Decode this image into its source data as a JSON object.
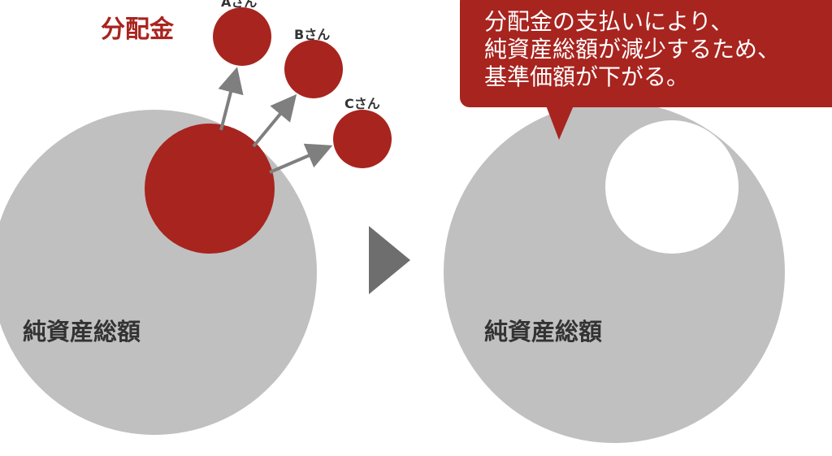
{
  "colors": {
    "accent_red": "#a8241f",
    "circle_gray": "#c0c0c0",
    "arrow_gray": "#7f7f7f",
    "play_gray": "#6e6e6e",
    "hole_white": "#ffffff"
  },
  "left_panel": {
    "distribution_label": "分配金",
    "recipients": [
      "Aさん",
      "Bさん",
      "Cさん"
    ],
    "net_assets_label": "純資産総額"
  },
  "transition_icon": "play-triangle-icon",
  "right_panel": {
    "callout_lines": [
      "分配金の支払いにより、",
      "純資産総額が減少するため、",
      "基準価額が下がる。"
    ],
    "net_assets_label": "純資産総額"
  }
}
